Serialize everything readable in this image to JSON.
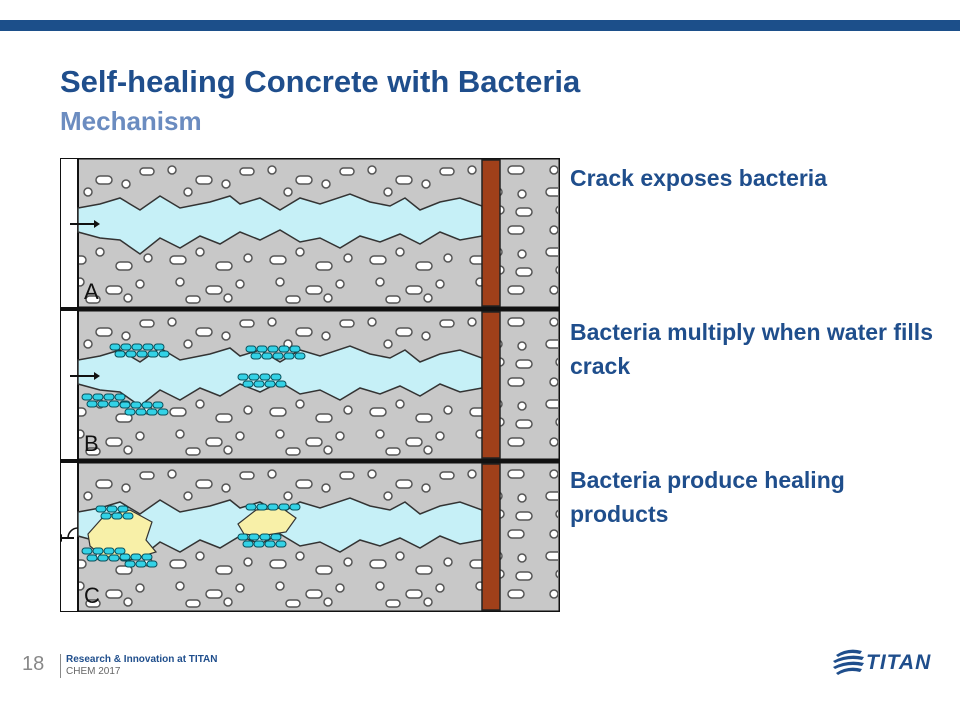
{
  "slide": {
    "title": "Self-healing Concrete with Bacteria",
    "subtitle": "Mechanism"
  },
  "panels": [
    {
      "letter": "A",
      "caption": "Crack exposes bacteria"
    },
    {
      "letter": "B",
      "caption": "Bacteria multiply when water fills crack"
    },
    {
      "letter": "C",
      "caption": "Bacteria produce healing products"
    }
  ],
  "footer": {
    "page_number": "18",
    "line1": "Research & Innovation at TITAN",
    "line2": "CHEM 2017"
  },
  "logo": {
    "text": "TITAN",
    "icon": "titan-logo-icon"
  },
  "colors": {
    "title": "#1f4e8c",
    "subtitle": "#6b8cc0",
    "concrete": "#c8c8c8",
    "crack_water": "#c6f0f7",
    "bacteria": "#33d2e6",
    "healing_product": "#f8f0a8",
    "rebar": "#a0401a"
  }
}
